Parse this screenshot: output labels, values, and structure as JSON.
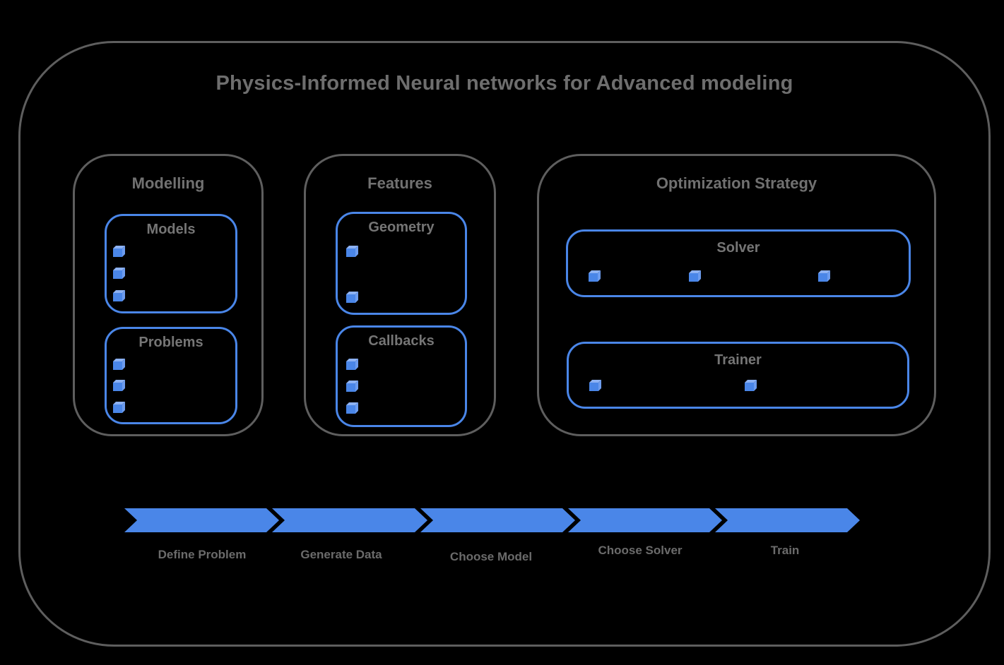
{
  "title": "Physics-Informed Neural networks for Advanced modeling",
  "colors": {
    "background": "#000000",
    "frame_border": "#5e5e5e",
    "accent_blue": "#4a86e8",
    "cube_top": "#8db2f3",
    "cube_side": "#6d9cee",
    "title_text": "#6e6e6e",
    "label_text": "#6b6b6b"
  },
  "sections": [
    {
      "label": "Modelling",
      "boxes": [
        {
          "label": "Models",
          "bullet_count": 3
        },
        {
          "label": "Problems",
          "bullet_count": 3
        }
      ]
    },
    {
      "label": "Features",
      "boxes": [
        {
          "label": "Geometry",
          "bullet_count": 2
        },
        {
          "label": "Callbacks",
          "bullet_count": 3
        }
      ]
    },
    {
      "label": "Optimization Strategy",
      "boxes": [
        {
          "label": "Solver",
          "bullet_count": 3
        },
        {
          "label": "Trainer",
          "bullet_count": 2
        }
      ]
    }
  ],
  "pipeline": {
    "steps": [
      {
        "label": "Define Problem"
      },
      {
        "label": "Generate Data"
      },
      {
        "label": "Choose Model"
      },
      {
        "label": "Choose Solver"
      },
      {
        "label": "Train"
      }
    ]
  }
}
